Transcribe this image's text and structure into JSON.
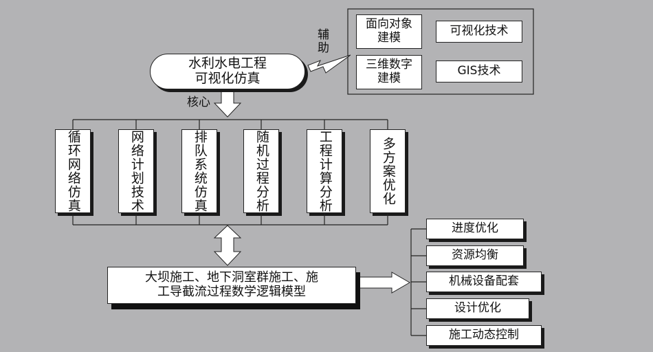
{
  "top_right_group": {
    "items": [
      "面向对象建模",
      "可视化技术",
      "三维数字建模",
      "GIS技术"
    ]
  },
  "central_node": {
    "line1": "水利水电工程",
    "line2": "可视化仿真"
  },
  "labels": {
    "assist": "辅助",
    "core": "核心"
  },
  "core_methods": [
    "循环网络仿真",
    "网络计划技术",
    "排队系统仿真",
    "随机过程分析",
    "工程计算分析",
    "多方案优化"
  ],
  "model_box": {
    "line1": "大坝施工、地下洞室群施工、施",
    "line2": "工导截流过程数学逻辑模型"
  },
  "outcomes": [
    "进度优化",
    "资源均衡",
    "机械设备配套",
    "设计优化",
    "施工动态控制"
  ]
}
